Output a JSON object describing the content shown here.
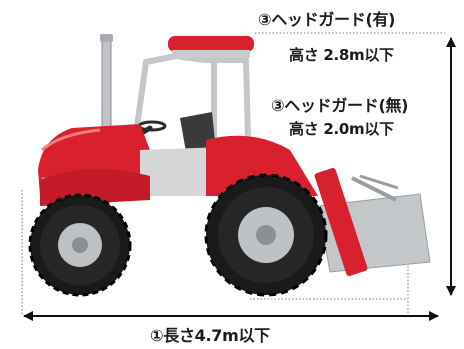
{
  "labels": {
    "guard_with": "③ヘッドガード(有)",
    "height_with": "高さ 2.8m以下",
    "guard_without": "③ヘッドガード(無)",
    "height_without": "高さ 2.0m以下",
    "length": "①長さ4.7m以下"
  },
  "colors": {
    "body_red": "#d8202e",
    "frame_gray": "#c9ccce",
    "tire_black": "#1a1a1a",
    "wheel_gray": "#bfc2c4",
    "arrow_black": "#111111"
  }
}
